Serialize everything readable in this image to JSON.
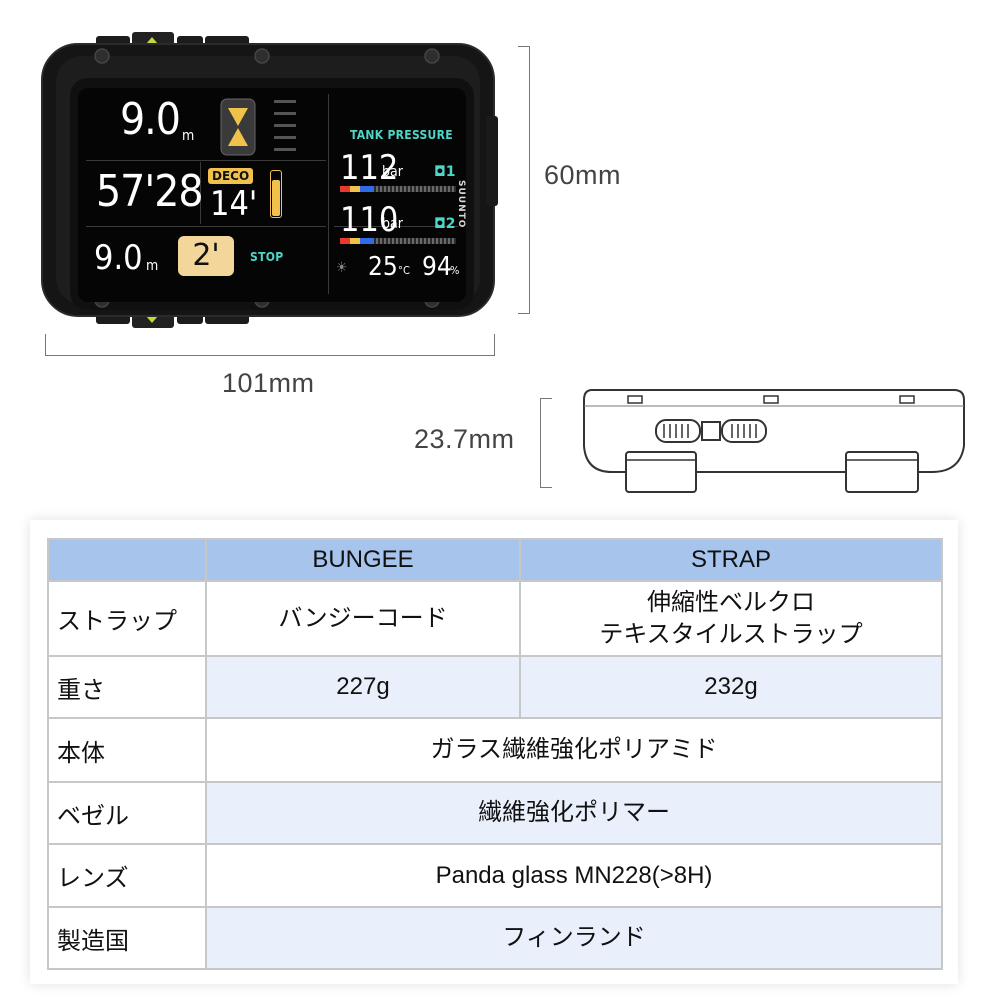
{
  "device_screen": {
    "depth": "9.0",
    "depth_unit": "m",
    "dive_time": "57'28",
    "deco_label": "DECO",
    "deco_time": "14'",
    "stop_depth": "9.0",
    "stop_depth_unit": "m",
    "stop_time": "2'",
    "stop_label": "STOP",
    "tank_pressure_title": "TANK PRESSURE",
    "tank1_pressure": "112",
    "tank1_unit": "bar",
    "tank1_id": "1",
    "tank2_pressure": "110",
    "tank2_unit": "bar",
    "tank2_id": "2",
    "temperature": "25",
    "temperature_unit": "°C",
    "battery": "94",
    "battery_unit": "%",
    "brand": "SUUNTO"
  },
  "dimensions": {
    "height": "60mm",
    "width": "101mm",
    "thickness": "23.7mm"
  },
  "colors": {
    "header_blue": "#a7c4ec",
    "row_tint": "#eaf0fb",
    "screen_teal": "#4ed6c8",
    "deco_yellow": "#f1c24b"
  },
  "spec_table": {
    "headers": [
      "BUNGEE",
      "STRAP"
    ],
    "rows": {
      "strap": {
        "label": "ストラップ",
        "bungee": "バンジーコード",
        "strap_line1": "伸縮性ベルクロ",
        "strap_line2": "テキスタイルストラップ"
      },
      "weight": {
        "label": "重さ",
        "bungee": "227g",
        "strap": "232g"
      },
      "body": {
        "label": "本体",
        "value": "ガラス繊維強化ポリアミド"
      },
      "bezel": {
        "label": "ベゼル",
        "value": "繊維強化ポリマー"
      },
      "lens": {
        "label": "レンズ",
        "value": "Panda glass MN228(>8H)"
      },
      "origin": {
        "label": "製造国",
        "value": "フィンランド"
      }
    }
  }
}
